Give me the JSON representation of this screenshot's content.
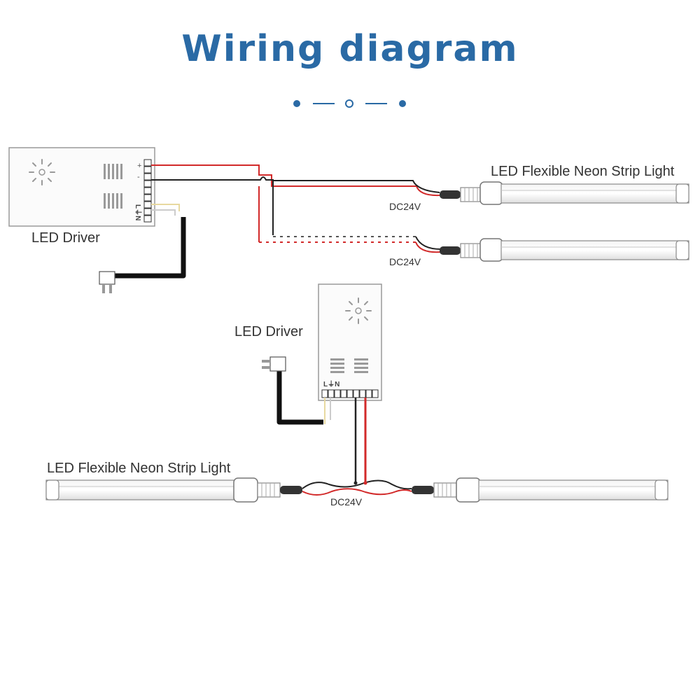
{
  "title": "Wiring diagram",
  "colors": {
    "title": "#2a6aa5",
    "wire_positive": "#d22a2a",
    "wire_negative": "#222222",
    "device_outline": "#9a9a9a"
  },
  "top_setup": {
    "driver_label": "LED Driver",
    "driver_terminal_signs": [
      "+",
      "-"
    ],
    "driver_input_marks": "L⏚N",
    "strip_label": "LED Flexible Neon Strip Light",
    "voltage_labels": [
      "DC24V",
      "DC24V"
    ]
  },
  "bottom_setup": {
    "driver_label": "LED Driver",
    "driver_input_marks": "L⏚N",
    "strip_label": "LED Flexible Neon Strip Light",
    "voltage_label": "DC24V"
  }
}
